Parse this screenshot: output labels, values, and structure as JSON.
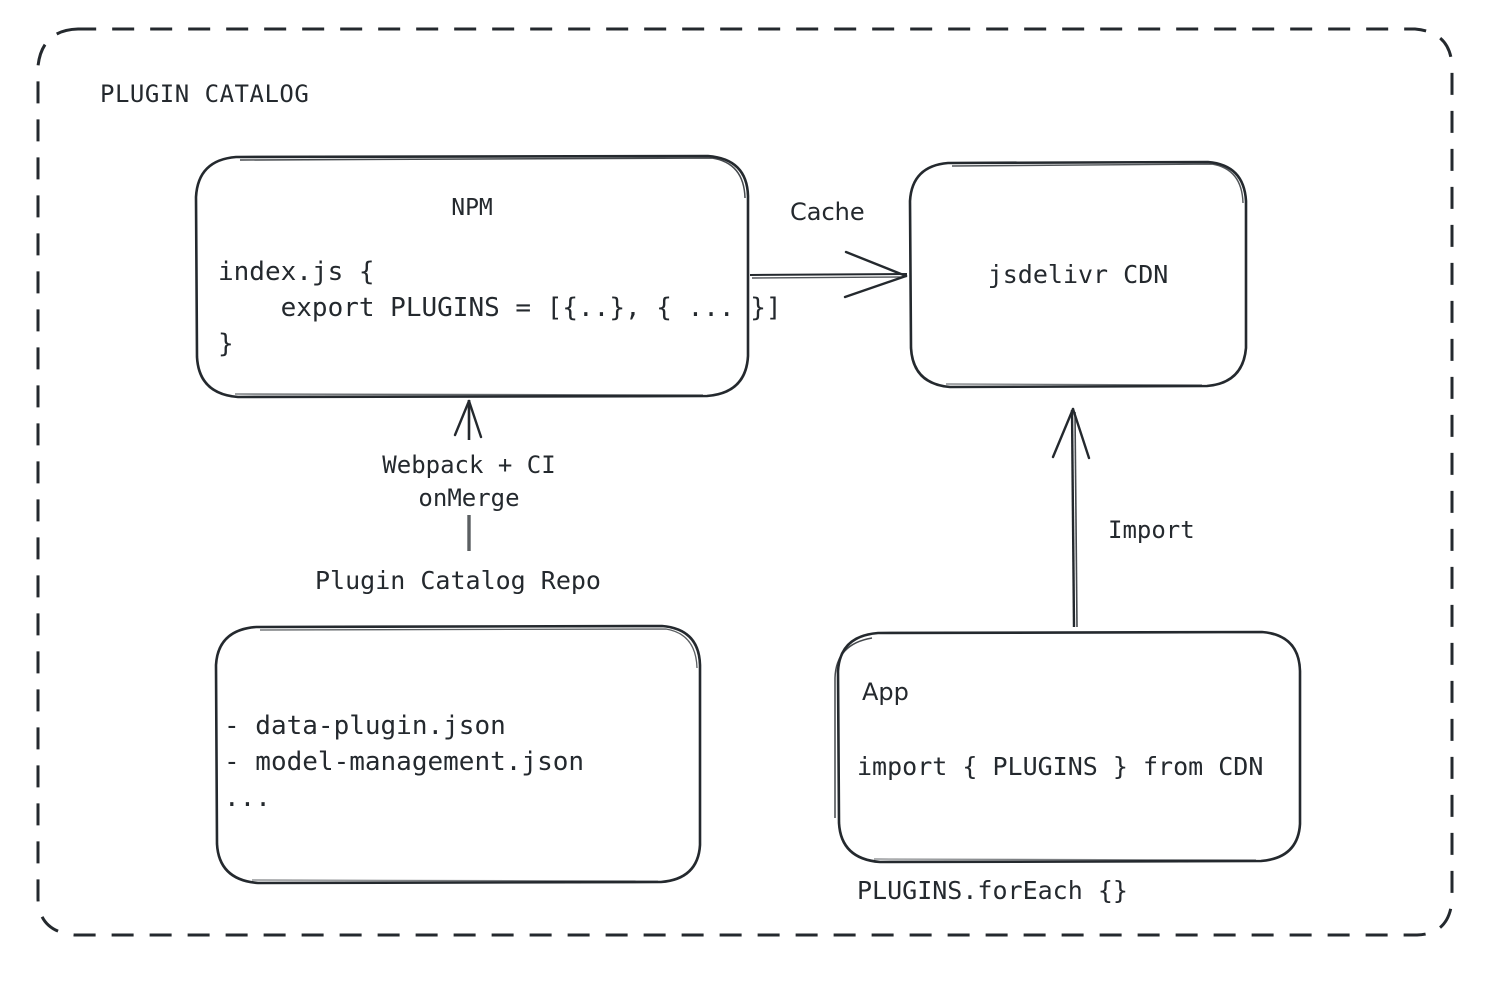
{
  "colors": {
    "ink": "#24292e",
    "background": "#ffffff"
  },
  "group": {
    "title": "PLUGIN CATALOG"
  },
  "nodes": {
    "npm": {
      "title": "NPM",
      "code": "index.js {\n    export PLUGINS = [{..}, { ... }]\n}"
    },
    "cdn": {
      "title": "jsdelivr CDN"
    },
    "repo": {
      "label": "Plugin Catalog Repo",
      "files": "- data-plugin.json\n- model-management.json\n..."
    },
    "app": {
      "title": "App",
      "code": "import { PLUGINS } from CDN\n\nPLUGINS.forEach {}"
    }
  },
  "edges": {
    "cache": {
      "label": "Cache",
      "from": "npm",
      "to": "cdn",
      "direction": "right"
    },
    "build": {
      "label": "Webpack + CI\nonMerge",
      "from": "repo",
      "to": "npm",
      "direction": "up"
    },
    "import": {
      "label": "Import",
      "from": "app",
      "to": "cdn",
      "direction": "up"
    }
  }
}
